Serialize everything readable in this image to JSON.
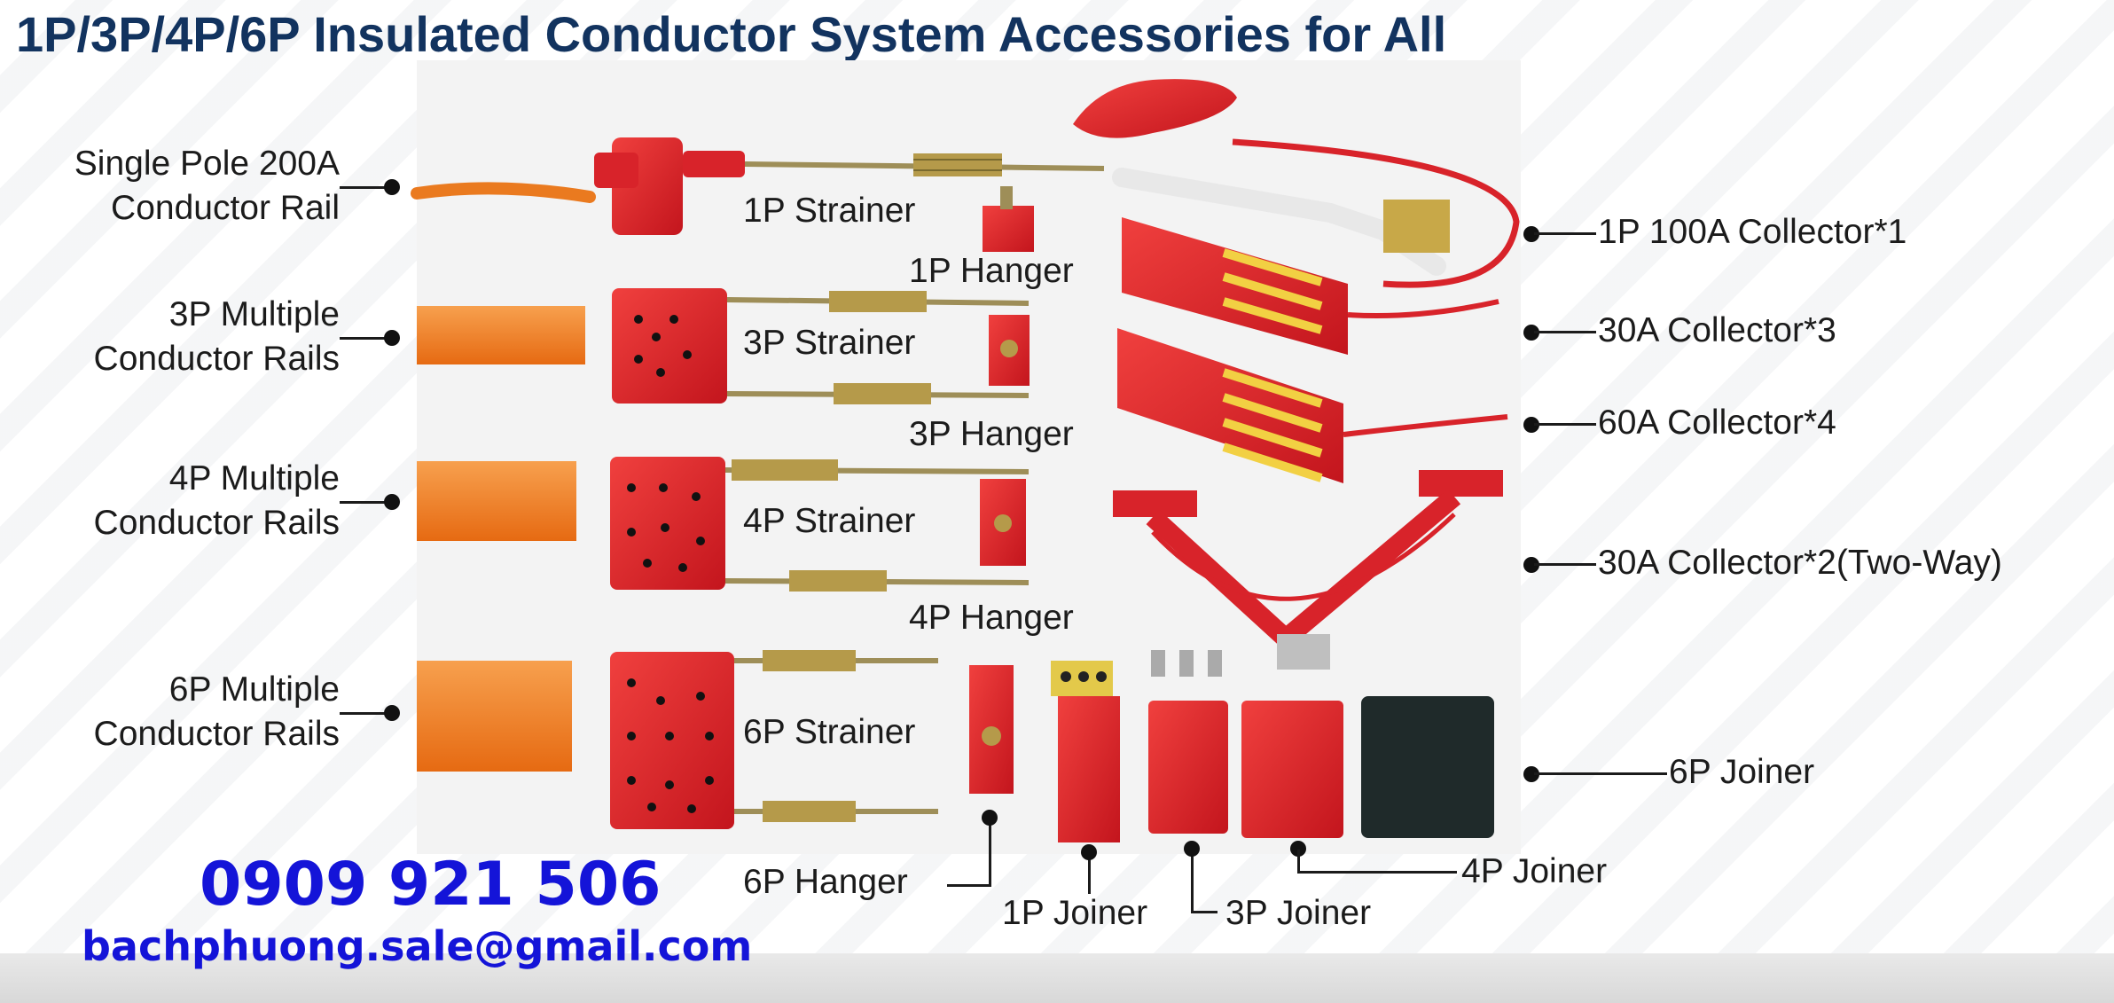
{
  "title": "1P/3P/4P/6P Insulated Conductor System Accessories for All",
  "colors": {
    "title": "#12335f",
    "contact": "#1414d8",
    "accessory_red": "#d8232a",
    "rail_orange": "#f07a1e",
    "joiner_dark": "#1f2a2a",
    "brass": "#b59a4a"
  },
  "left_labels": [
    {
      "line1": "Single Pole 200A",
      "line2": "Conductor Rail"
    },
    {
      "line1": "3P Multiple",
      "line2": "Conductor Rails"
    },
    {
      "line1": "4P Multiple",
      "line2": "Conductor Rails"
    },
    {
      "line1": "6P Multiple",
      "line2": "Conductor Rails"
    }
  ],
  "inner_labels": {
    "strainer_1p": "1P Strainer",
    "hanger_1p": "1P Hanger",
    "strainer_3p": "3P Strainer",
    "hanger_3p": "3P Hanger",
    "strainer_4p": "4P Strainer",
    "hanger_4p": "4P Hanger",
    "strainer_6p": "6P Strainer",
    "hanger_6p": "6P Hanger",
    "joiner_1p": "1P Joiner",
    "joiner_3p": "3P Joiner"
  },
  "right_labels": {
    "collector_1p": "1P 100A Collector*1",
    "collector_30a3": "30A Collector*3",
    "collector_60a4": "60A Collector*4",
    "collector_30a2": "30A Collector*2(Two-Way)",
    "joiner_6p": "6P Joiner",
    "joiner_4p": "4P Joiner"
  },
  "contact": {
    "phone": "0909 921 506",
    "email": "bachphuong.sale@gmail.com"
  }
}
